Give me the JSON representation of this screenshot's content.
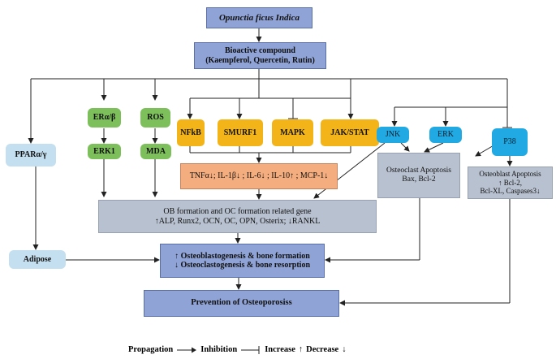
{
  "nodes": {
    "opuntia": "Opunctia ficus Indica",
    "bioactive_title": "Bioactive compound",
    "bioactive_list": "(Kaempferol, Quercetin, Rutin)",
    "er": "ERα/β",
    "ros": "ROS",
    "erk1": "ERK1",
    "mda": "MDA",
    "nfkb": "NFkB",
    "smurf1": "SMURF1",
    "mapk": "MAPK",
    "jakstat": "JAK/STAT",
    "ppar": "PPARα/γ",
    "cytokines": "TNFα↓; IL-1β↓ ; IL-6↓ ; IL-10↑ ; MCP-1↓",
    "ob_oc_title": "OB formation and OC formation related gene",
    "ob_oc_genes": "↑ALP, Runx2, OCN, OC, OPN, Osterix; ↓RANKL",
    "jnk": "JNK",
    "erk": "ERK",
    "p38": "P38",
    "osteoclast_apoptosis_title": "Osteoclast Apoptosis",
    "osteoclast_apoptosis_list": "Bax, Bcl-2",
    "osteoblast_apoptosis_title": "Osteoblast Apoptosis",
    "osteoblast_apoptosis_up": "↑ Bcl-2,",
    "osteoblast_apoptosis_down": "Bcl-XL, Caspases3↓",
    "adipose": "Adipose",
    "osteo_line1": "↑ Osteoblastogenesis & bone formation",
    "osteo_line2": "↓ Osteoclastogenesis & bone resorption",
    "prevention": "Prevention of Osteoporosiss"
  },
  "legend": {
    "propagation": "Propagation",
    "inhibition": "Inhibition",
    "increase": "Increase",
    "increase_symbol": "↑",
    "decrease": "Decrease",
    "decrease_symbol": "↓"
  },
  "colors": {
    "purple": "#8fa3d6",
    "green": "#7dbf5a",
    "orange": "#f3b419",
    "salmon": "#f3ad7e",
    "blue": "#21a9e3",
    "gray": "#b8c1cf",
    "lightblue": "#c4dfef"
  }
}
